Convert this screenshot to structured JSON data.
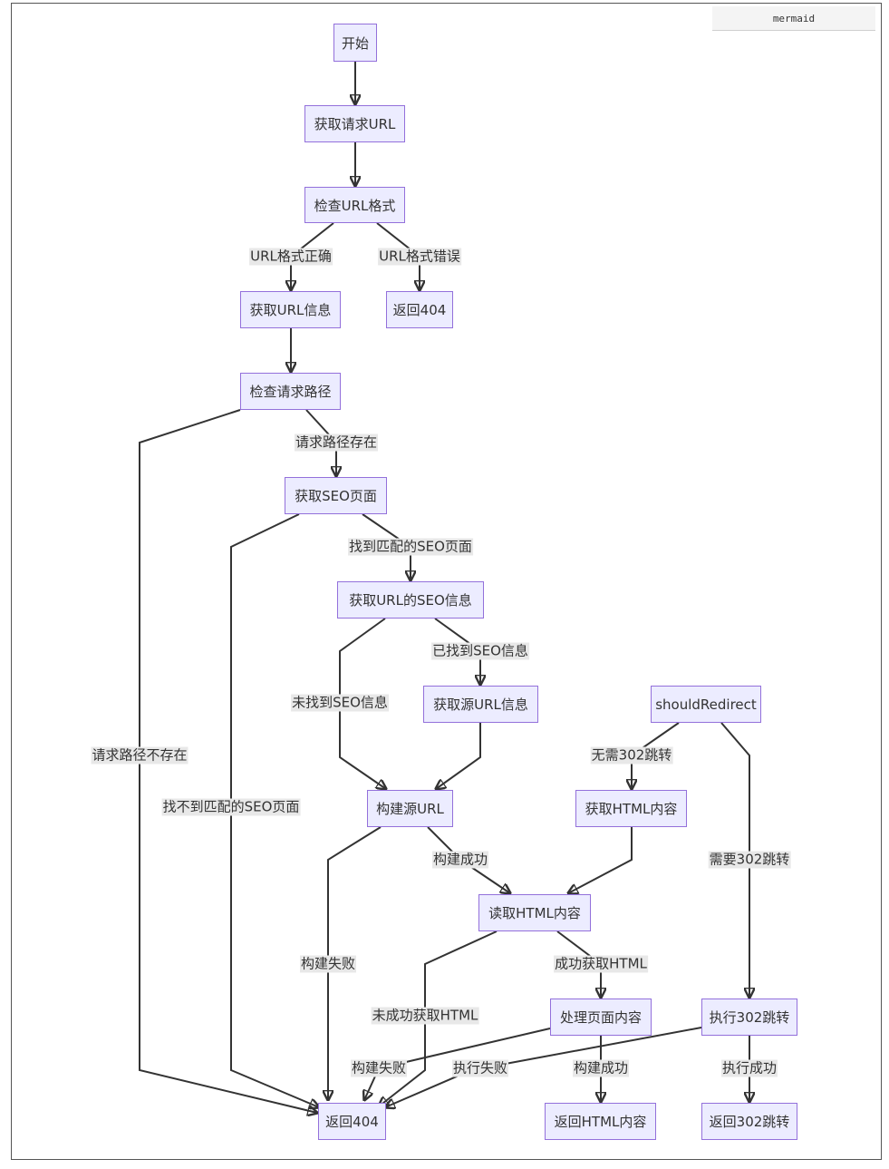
{
  "tag": "mermaid",
  "nodes": {
    "start": "开始",
    "get_req_url": "获取请求URL",
    "check_url_format": "检查URL格式",
    "get_url_info": "获取URL信息",
    "return_404_top": "返回404",
    "check_req_path": "检查请求路径",
    "get_seo_page": "获取SEO页面",
    "get_url_seo_info": "获取URL的SEO信息",
    "get_src_url_info": "获取源URL信息",
    "should_redirect": "shouldRedirect",
    "build_src_url": "构建源URL",
    "get_html_content": "获取HTML内容",
    "read_html_content": "读取HTML内容",
    "process_page_content": "处理页面内容",
    "exec_302": "执行302跳转",
    "return_404": "返回404",
    "return_html_content": "返回HTML内容",
    "return_302": "返回302跳转"
  },
  "edge_labels": {
    "url_format_ok": "URL格式正确",
    "url_format_err": "URL格式错误",
    "path_exists": "请求路径存在",
    "path_not_exists": "请求路径不存在",
    "found_seo_page": "找到匹配的SEO页面",
    "no_seo_page": "找不到匹配的SEO页面",
    "found_seo_info": "已找到SEO信息",
    "no_seo_info": "未找到SEO信息",
    "no_302": "无需302跳转",
    "need_302": "需要302跳转",
    "build_ok_1": "构建成功",
    "build_fail_1": "构建失败",
    "html_ok": "成功获取HTML",
    "html_fail": "未成功获取HTML",
    "build_fail_2": "构建失败",
    "exec_fail": "执行失败",
    "build_ok_2": "构建成功",
    "exec_ok": "执行成功"
  }
}
